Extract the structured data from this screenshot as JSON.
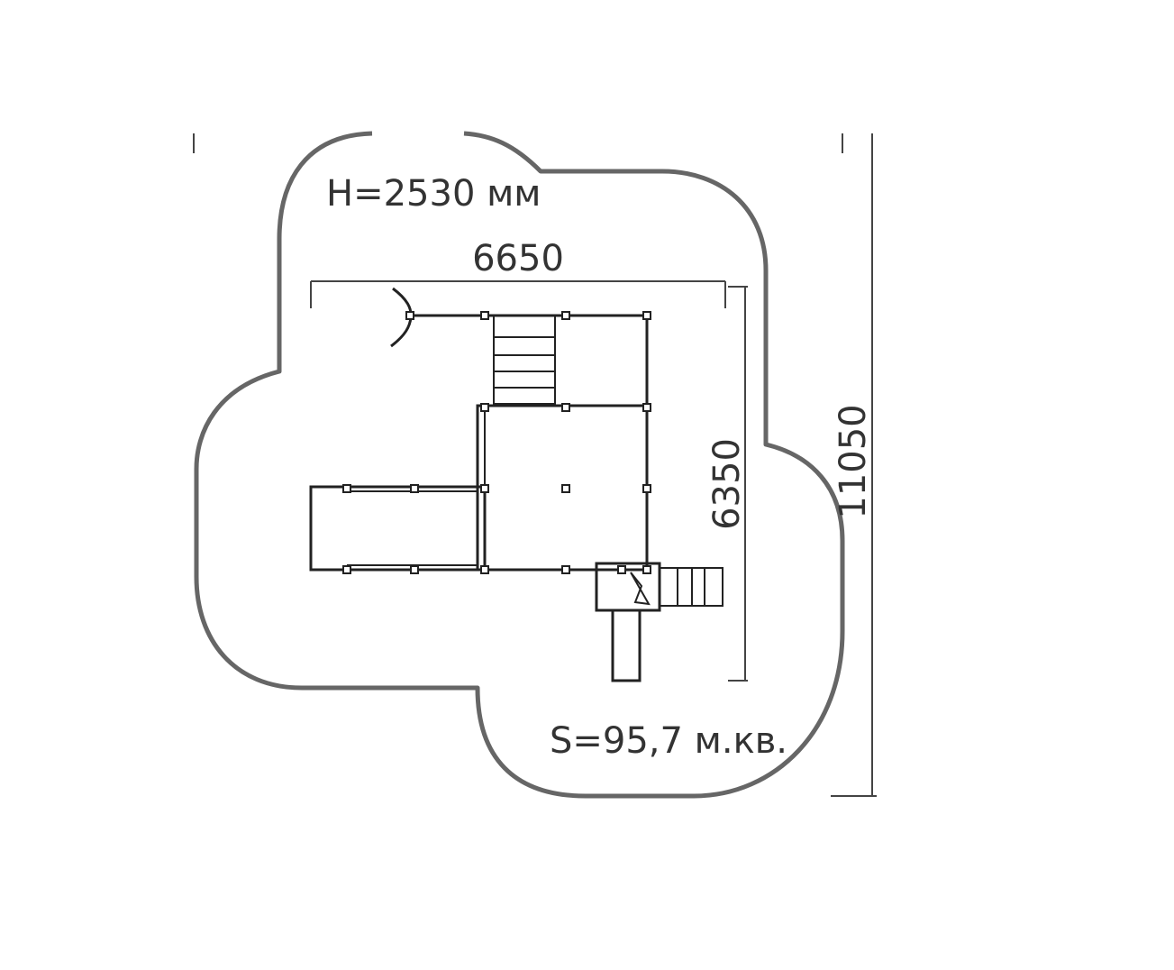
{
  "drawing": {
    "height_label": "H=2530 мм",
    "width_label": "6650",
    "depth_label": "6350",
    "total_label": "11050",
    "area_label": "S=95,7 м.кв."
  },
  "colors": {
    "zone_outline": "#666666",
    "lines": "#222222",
    "text": "#333333"
  }
}
